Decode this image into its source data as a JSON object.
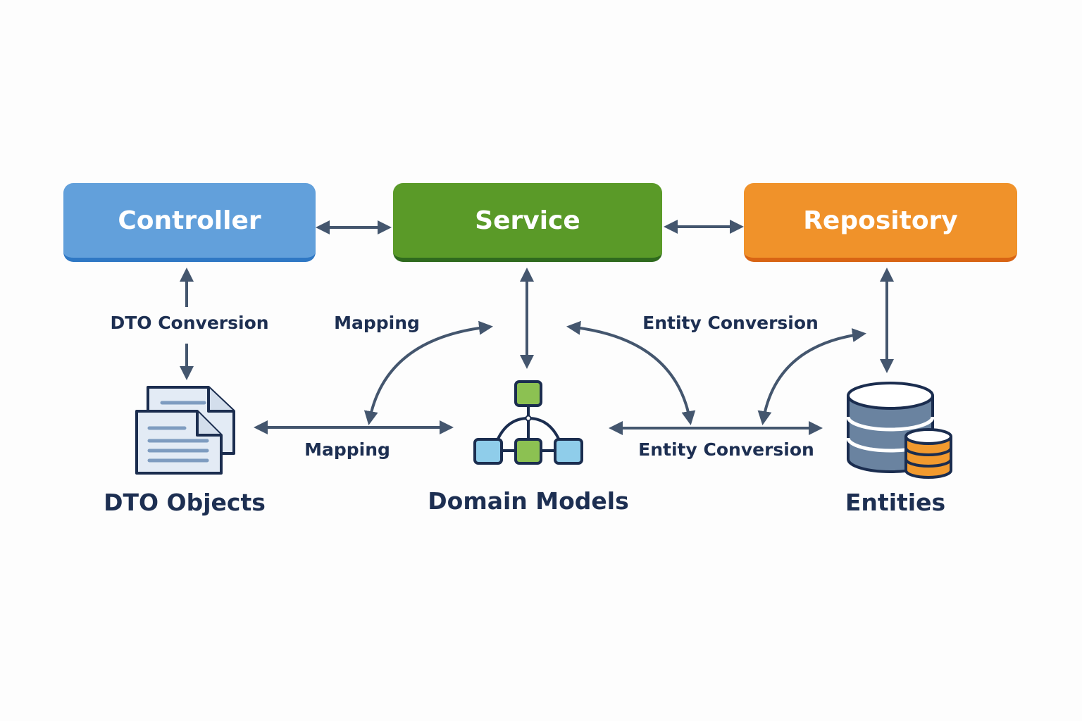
{
  "layers": {
    "controller": "Controller",
    "service": "Service",
    "repository": "Repository"
  },
  "connector_labels": {
    "dto_conversion": "DTO Conversion",
    "mapping_upper": "Mapping",
    "entity_conversion_upper": "Entity Conversion",
    "mapping_lower": "Mapping",
    "entity_conversion_lower": "Entity Conversion"
  },
  "objects": {
    "dto": "DTO Objects",
    "domain": "Domain Models",
    "entities": "Entities"
  },
  "icons": {
    "dto": "documents-icon",
    "domain": "hierarchy-icon",
    "entities": "database-icon"
  },
  "colors": {
    "controller": "#62a0db",
    "service": "#5a9a28",
    "repository": "#f0922a",
    "arrow": "#44566e",
    "text": "#1d2f52"
  }
}
